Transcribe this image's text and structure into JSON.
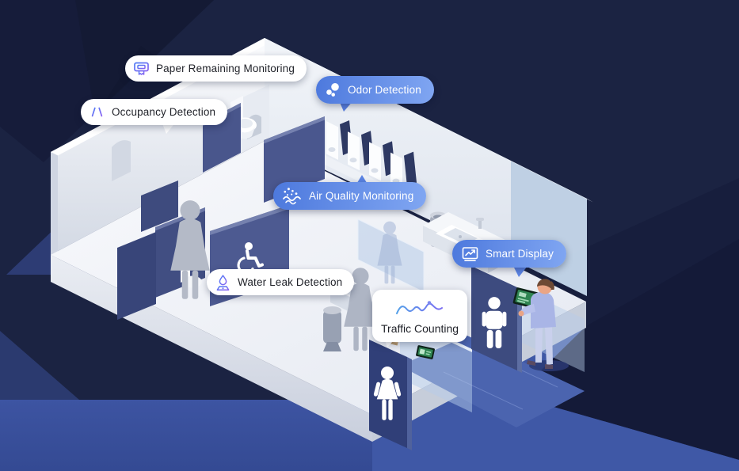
{
  "callouts": {
    "paper_remaining": {
      "label": "Paper Remaining Monitoring",
      "icon": "paper-dispenser-icon",
      "variant": "light"
    },
    "occupancy": {
      "label": "Occupancy Detection",
      "icon": "occupancy-sensor-icon",
      "variant": "light"
    },
    "odor": {
      "label": "Odor Detection",
      "icon": "odor-bubbles-icon",
      "variant": "blue"
    },
    "air_quality": {
      "label": "Air Quality Monitoring",
      "icon": "air-particles-icon",
      "variant": "blue"
    },
    "smart_display": {
      "label": "Smart Display",
      "icon": "chart-display-icon",
      "variant": "blue"
    },
    "water_leak": {
      "label": "Water Leak Detection",
      "icon": "water-leak-sensor-icon",
      "variant": "light"
    },
    "traffic_counting": {
      "label": "Traffic Counting",
      "icon": "trend-line-icon",
      "variant": "light-card"
    }
  },
  "scene": {
    "signs": {
      "men": "men-restroom-sign",
      "women": "women-restroom-sign",
      "accessible": "accessible-toilet-sign"
    },
    "colors": {
      "background_navy": "#1b2342",
      "pill_blue_start": "#4d79dd",
      "pill_blue_end": "#80a6f2",
      "partition_navy": "#46538a",
      "walkway_blue": "#3f58a6",
      "display_screen_green": "#2f8552",
      "floor_white": "#f2f4f8"
    }
  }
}
